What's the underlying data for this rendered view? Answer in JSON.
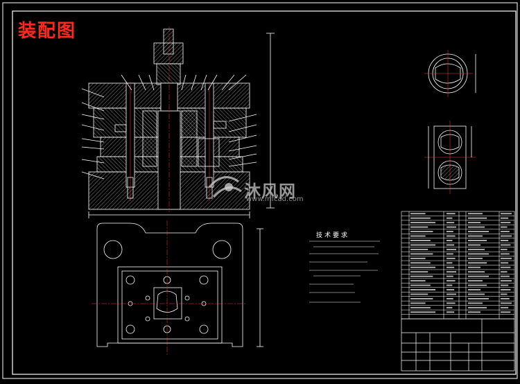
{
  "title": "装配图",
  "watermark": {
    "text": "沐风网",
    "url": "www.mfcad.com"
  },
  "technical_notes": {
    "heading": "技术要求"
  },
  "colors": {
    "background": "#000000",
    "line": "#ffffff",
    "title": "#ff2a1e",
    "centerline": "#ff3b3b",
    "hatch": "#d8d8d8"
  }
}
